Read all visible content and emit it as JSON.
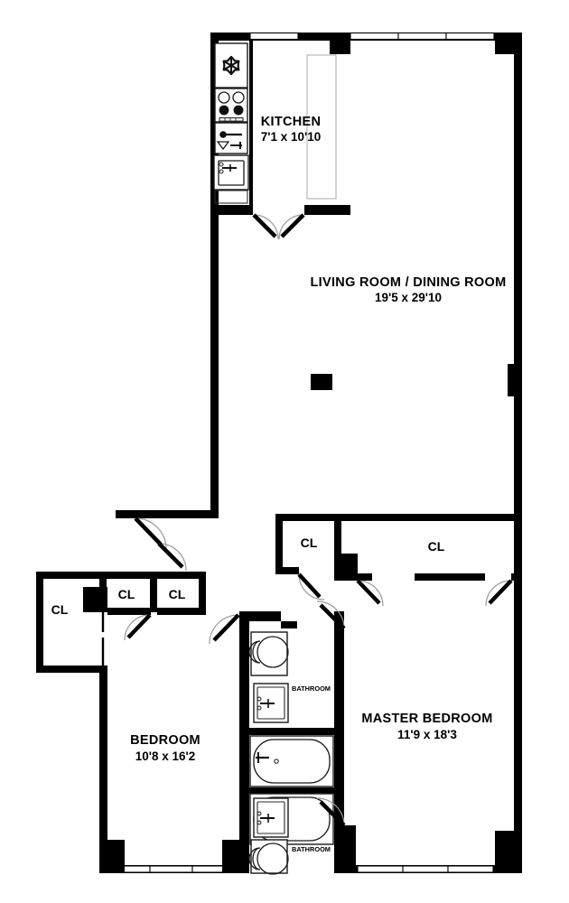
{
  "plan": {
    "title": "Apartment Floor Plan",
    "line_color": "#000000",
    "background_color": "#ffffff",
    "door_arc_color": "#9a9a9a"
  },
  "rooms": [
    {
      "id": "kitchen",
      "label": "KITCHEN",
      "dimensions": "7'1 x 10'10"
    },
    {
      "id": "living",
      "label": "LIVING ROOM / DINING ROOM",
      "dimensions": "19'5 x 29'10"
    },
    {
      "id": "bedroom",
      "label": "BEDROOM",
      "dimensions": "10'8 x 16'2"
    },
    {
      "id": "master",
      "label": "MASTER BEDROOM",
      "dimensions": "11'9 x 18'3"
    }
  ],
  "closets": [
    {
      "id": "cl-hall-left",
      "label": "CL"
    },
    {
      "id": "cl-bedroom-a",
      "label": "CL"
    },
    {
      "id": "cl-bedroom-b",
      "label": "CL"
    },
    {
      "id": "cl-hall-mid",
      "label": "CL"
    },
    {
      "id": "cl-master",
      "label": "CL"
    }
  ],
  "bathrooms": [
    {
      "id": "bathroom-upper",
      "label": "BATHROOM"
    },
    {
      "id": "bathroom-lower",
      "label": "BATHROOM"
    }
  ],
  "fixtures": [
    {
      "id": "refrigerator",
      "icon": "snowflake-icon",
      "room": "kitchen"
    },
    {
      "id": "range",
      "icon": "stove-burners-icon",
      "room": "kitchen"
    },
    {
      "id": "kitchen-sink-upper",
      "icon": "sink-icon",
      "room": "kitchen"
    },
    {
      "id": "kitchen-sink-lower",
      "icon": "sink-basin-icon",
      "room": "kitchen"
    },
    {
      "id": "toilet-upper",
      "icon": "toilet-icon",
      "room": "bathroom-upper"
    },
    {
      "id": "vanity-upper",
      "icon": "sink-icon",
      "room": "bathroom-upper"
    },
    {
      "id": "tub-upper",
      "icon": "bathtub-icon",
      "room": "bathroom-upper"
    },
    {
      "id": "tub-lower",
      "icon": "bathtub-icon",
      "room": "bathroom-lower"
    },
    {
      "id": "vanity-lower",
      "icon": "sink-icon",
      "room": "bathroom-lower"
    },
    {
      "id": "toilet-lower",
      "icon": "toilet-icon",
      "room": "bathroom-lower"
    }
  ]
}
